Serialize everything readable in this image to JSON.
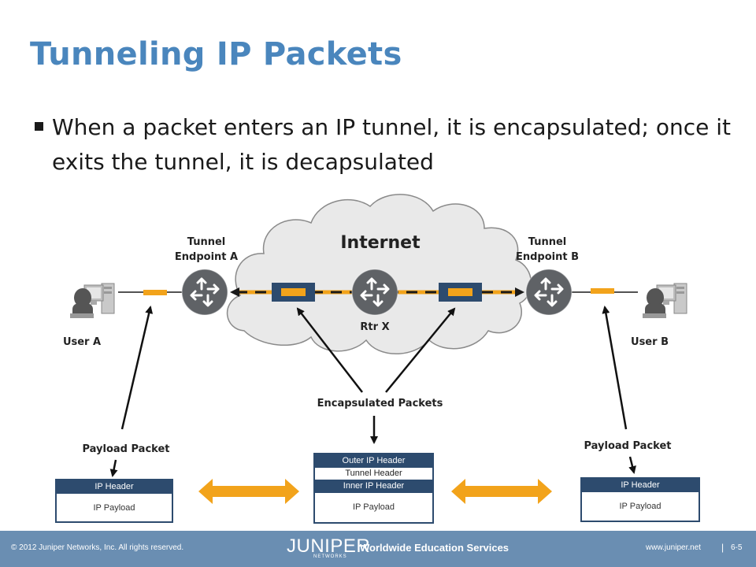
{
  "slide": {
    "title": "Tunneling IP Packets",
    "bullet": "When a packet enters an IP tunnel, it is encapsulated; once it exits the tunnel, it is decapsulated"
  },
  "diagram": {
    "cloud_label": "Internet",
    "tunnel_endpoint_a": [
      "Tunnel",
      "Endpoint A"
    ],
    "tunnel_endpoint_b": [
      "Tunnel",
      "Endpoint B"
    ],
    "router_x": "Rtr X",
    "user_a": "User A",
    "user_b": "User B",
    "encapsulated_packets": "Encapsulated Packets",
    "payload_packet_left": "Payload Packet",
    "payload_packet_right": "Payload Packet",
    "packet_left": {
      "header": "IP Header",
      "payload": "IP Payload"
    },
    "packet_middle": {
      "outer_header": "Outer IP Header",
      "tunnel_header": "Tunnel Header",
      "inner_header": "Inner IP Header",
      "payload": "IP Payload"
    },
    "packet_right": {
      "header": "IP Header",
      "payload": "IP Payload"
    },
    "colors": {
      "accent_orange": "#f2a31b",
      "router_gray": "#5f6266",
      "packet_navy": "#2d4b6e",
      "cloud_fill": "#e9e9e9"
    },
    "icons": [
      "user-workstation-icon",
      "router-icon",
      "double-arrow-icon"
    ]
  },
  "footer": {
    "copyright": "© 2012 Juniper Networks, Inc. All rights reserved.",
    "logo": "JUNIPER",
    "logo_sub": "NETWORKS",
    "center_text": "Worldwide Education Services",
    "website": "www.juniper.net",
    "separator": "|",
    "page": "6-5"
  }
}
